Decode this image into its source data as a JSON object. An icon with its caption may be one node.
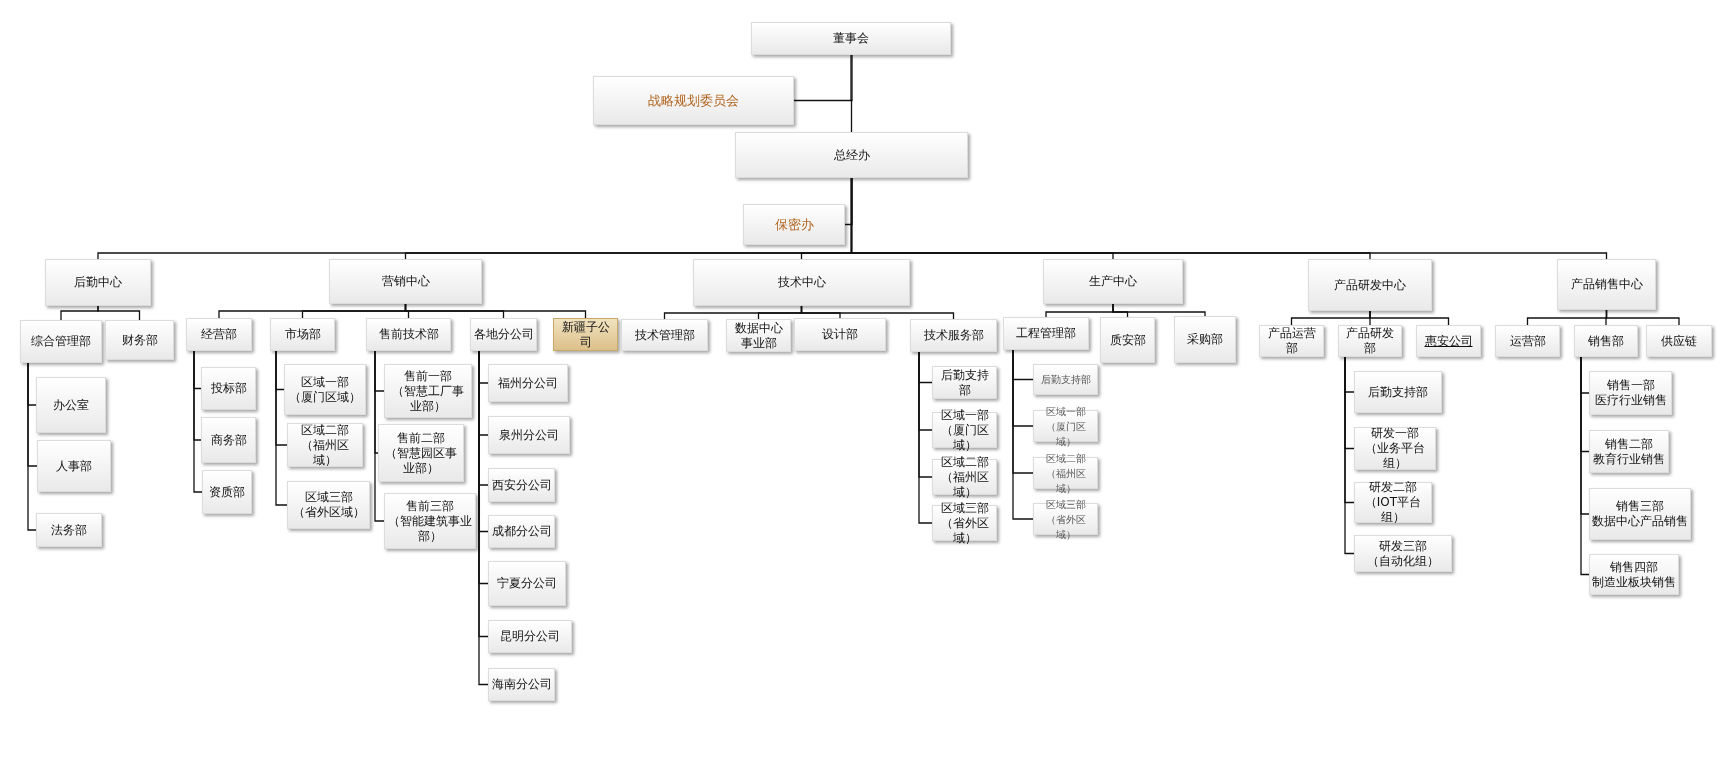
{
  "diagram": {
    "nodes": [
      {
        "text": [
          "董事会"
        ]
      },
      {
        "text": [
          "战略规划委员会"
        ]
      },
      {
        "text": [
          "总经办"
        ]
      },
      {
        "text": [
          "保密办"
        ]
      },
      {
        "text": [
          "后勤中心"
        ]
      },
      {
        "text": [
          "综合管理部"
        ]
      },
      {
        "text": [
          "财务部"
        ]
      },
      {
        "text": [
          "办公室"
        ]
      },
      {
        "text": [
          "人事部"
        ]
      },
      {
        "text": [
          "法务部"
        ]
      },
      {
        "text": [
          "营销中心"
        ]
      },
      {
        "text": [
          "经营部"
        ]
      },
      {
        "text": [
          "市场部"
        ]
      },
      {
        "text": [
          "售前技术部"
        ]
      },
      {
        "text": [
          "各地分公司"
        ]
      },
      {
        "text": [
          "新疆子公司"
        ]
      },
      {
        "text": [
          "投标部"
        ]
      },
      {
        "text": [
          "商务部"
        ]
      },
      {
        "text": [
          "资质部"
        ]
      },
      {
        "text": [
          "区域一部",
          "（厦门区域）"
        ]
      },
      {
        "text": [
          "区域二部",
          "（福州区域）"
        ]
      },
      {
        "text": [
          "区域三部",
          "（省外区域）"
        ]
      },
      {
        "text": [
          "售前一部",
          "（智慧工厂事业部）"
        ]
      },
      {
        "text": [
          "售前二部",
          "（智慧园区事业部）"
        ]
      },
      {
        "text": [
          "售前三部",
          "（智能建筑事业部）"
        ]
      },
      {
        "text": [
          "福州分公司"
        ]
      },
      {
        "text": [
          "泉州分公司"
        ]
      },
      {
        "text": [
          "西安分公司"
        ]
      },
      {
        "text": [
          "成都分公司"
        ]
      },
      {
        "text": [
          "宁夏分公司"
        ]
      },
      {
        "text": [
          "昆明分公司"
        ]
      },
      {
        "text": [
          "海南分公司"
        ]
      },
      {
        "text": [
          "技术中心"
        ]
      },
      {
        "text": [
          "技术管理部"
        ]
      },
      {
        "text": [
          "数据中心事业部"
        ]
      },
      {
        "text": [
          "设计部"
        ]
      },
      {
        "text": [
          "技术服务部"
        ]
      },
      {
        "text": [
          "后勤支持部"
        ]
      },
      {
        "text": [
          "区域一部",
          "（厦门区域）"
        ]
      },
      {
        "text": [
          "区域二部",
          "（福州区域）"
        ]
      },
      {
        "text": [
          "区域三部",
          "（省外区域）"
        ]
      },
      {
        "text": [
          "生产中心"
        ]
      },
      {
        "text": [
          "工程管理部"
        ]
      },
      {
        "text": [
          "质安部"
        ]
      },
      {
        "text": [
          "采购部"
        ]
      },
      {
        "text": [
          "后勤支持部"
        ]
      },
      {
        "text": [
          "区域一部",
          "（厦门区域）"
        ]
      },
      {
        "text": [
          "区域二部",
          "（福州区域）"
        ]
      },
      {
        "text": [
          "区域三部",
          "（省外区域）"
        ]
      },
      {
        "text": [
          "产品研发中心"
        ]
      },
      {
        "text": [
          "产品运营部"
        ]
      },
      {
        "text": [
          "产品研发部"
        ]
      },
      {
        "text": [
          "惠安公司"
        ]
      },
      {
        "text": [
          "后勤支持部"
        ]
      },
      {
        "text": [
          "研发一部",
          "（业务平台组）"
        ]
      },
      {
        "text": [
          "研发二部",
          "（IOT平台组）"
        ]
      },
      {
        "text": [
          "研发三部",
          "（自动化组）"
        ]
      },
      {
        "text": [
          "产品销售中心"
        ]
      },
      {
        "text": [
          "运营部"
        ]
      },
      {
        "text": [
          "销售部"
        ]
      },
      {
        "text": [
          "供应链"
        ]
      },
      {
        "text": [
          "销售一部",
          "医疗行业销售"
        ]
      },
      {
        "text": [
          "销售二部",
          "教育行业销售"
        ]
      },
      {
        "text": [
          "销售三部",
          "数据中心产品销售"
        ]
      },
      {
        "text": [
          "销售四部",
          "制造业板块销售"
        ]
      }
    ],
    "edges": [
      {
        "from": 0,
        "to": 1,
        "arrow": "none"
      },
      {
        "from": 0,
        "to": 2,
        "arrow": "none"
      },
      {
        "from": 2,
        "to": 3,
        "arrow": "none"
      },
      {
        "from": 2,
        "to": 4,
        "arrow": "none"
      },
      {
        "from": 2,
        "to": 10,
        "arrow": "none"
      },
      {
        "from": 2,
        "to": 32,
        "arrow": "none"
      },
      {
        "from": 2,
        "to": 41,
        "arrow": "none"
      },
      {
        "from": 2,
        "to": 49,
        "arrow": "none"
      },
      {
        "from": 2,
        "to": 57,
        "arrow": "none"
      },
      {
        "from": 4,
        "to": 5,
        "arrow": "none"
      },
      {
        "from": 4,
        "to": 6,
        "arrow": "none"
      },
      {
        "from": 5,
        "to": 7,
        "arrow": "none"
      },
      {
        "from": 5,
        "to": 8,
        "arrow": "none"
      },
      {
        "from": 5,
        "to": 9,
        "arrow": "none"
      },
      {
        "from": 10,
        "to": 11,
        "arrow": "none"
      },
      {
        "from": 10,
        "to": 12,
        "arrow": "none"
      },
      {
        "from": 10,
        "to": 13,
        "arrow": "none"
      },
      {
        "from": 10,
        "to": 14,
        "arrow": "none"
      },
      {
        "from": 10,
        "to": 15,
        "arrow": "none"
      },
      {
        "from": 11,
        "to": 16,
        "arrow": "none"
      },
      {
        "from": 11,
        "to": 17,
        "arrow": "none"
      },
      {
        "from": 11,
        "to": 18,
        "arrow": "none"
      },
      {
        "from": 12,
        "to": 19,
        "arrow": "none"
      },
      {
        "from": 12,
        "to": 20,
        "arrow": "none"
      },
      {
        "from": 12,
        "to": 21,
        "arrow": "none"
      },
      {
        "from": 13,
        "to": 22,
        "arrow": "none"
      },
      {
        "from": 13,
        "to": 23,
        "arrow": "none"
      },
      {
        "from": 13,
        "to": 24,
        "arrow": "none"
      },
      {
        "from": 14,
        "to": 25,
        "arrow": "none"
      },
      {
        "from": 14,
        "to": 26,
        "arrow": "none"
      },
      {
        "from": 14,
        "to": 27,
        "arrow": "none"
      },
      {
        "from": 14,
        "to": 28,
        "arrow": "none"
      },
      {
        "from": 14,
        "to": 29,
        "arrow": "none"
      },
      {
        "from": 14,
        "to": 30,
        "arrow": "none"
      },
      {
        "from": 14,
        "to": 31,
        "arrow": "none"
      },
      {
        "from": 32,
        "to": 33,
        "arrow": "none"
      },
      {
        "from": 32,
        "to": 34,
        "arrow": "none"
      },
      {
        "from": 32,
        "to": 35,
        "arrow": "none"
      },
      {
        "from": 32,
        "to": 36,
        "arrow": "none"
      },
      {
        "from": 36,
        "to": 37,
        "arrow": "none"
      },
      {
        "from": 36,
        "to": 38,
        "arrow": "none"
      },
      {
        "from": 36,
        "to": 39,
        "arrow": "none"
      },
      {
        "from": 36,
        "to": 40,
        "arrow": "none"
      },
      {
        "from": 41,
        "to": 42,
        "arrow": "none"
      },
      {
        "from": 41,
        "to": 43,
        "arrow": "none"
      },
      {
        "from": 41,
        "to": 44,
        "arrow": "none"
      },
      {
        "from": 42,
        "to": 45,
        "arrow": "none"
      },
      {
        "from": 42,
        "to": 46,
        "arrow": "none"
      },
      {
        "from": 42,
        "to": 47,
        "arrow": "none"
      },
      {
        "from": 42,
        "to": 48,
        "arrow": "none"
      },
      {
        "from": 49,
        "to": 50,
        "arrow": "none"
      },
      {
        "from": 49,
        "to": 51,
        "arrow": "none"
      },
      {
        "from": 49,
        "to": 52,
        "arrow": "none"
      },
      {
        "from": 51,
        "to": 53,
        "arrow": "none"
      },
      {
        "from": 51,
        "to": 54,
        "arrow": "none"
      },
      {
        "from": 51,
        "to": 55,
        "arrow": "none"
      },
      {
        "from": 51,
        "to": 56,
        "arrow": "none"
      },
      {
        "from": 57,
        "to": 58,
        "arrow": "none"
      },
      {
        "from": 57,
        "to": 59,
        "arrow": "none"
      },
      {
        "from": 57,
        "to": 60,
        "arrow": "none"
      },
      {
        "from": 59,
        "to": 61,
        "arrow": "none"
      },
      {
        "from": 59,
        "to": 62,
        "arrow": "none"
      },
      {
        "from": 59,
        "to": 63,
        "arrow": "none"
      },
      {
        "from": 59,
        "to": 64,
        "arrow": "none"
      }
    ]
  }
}
